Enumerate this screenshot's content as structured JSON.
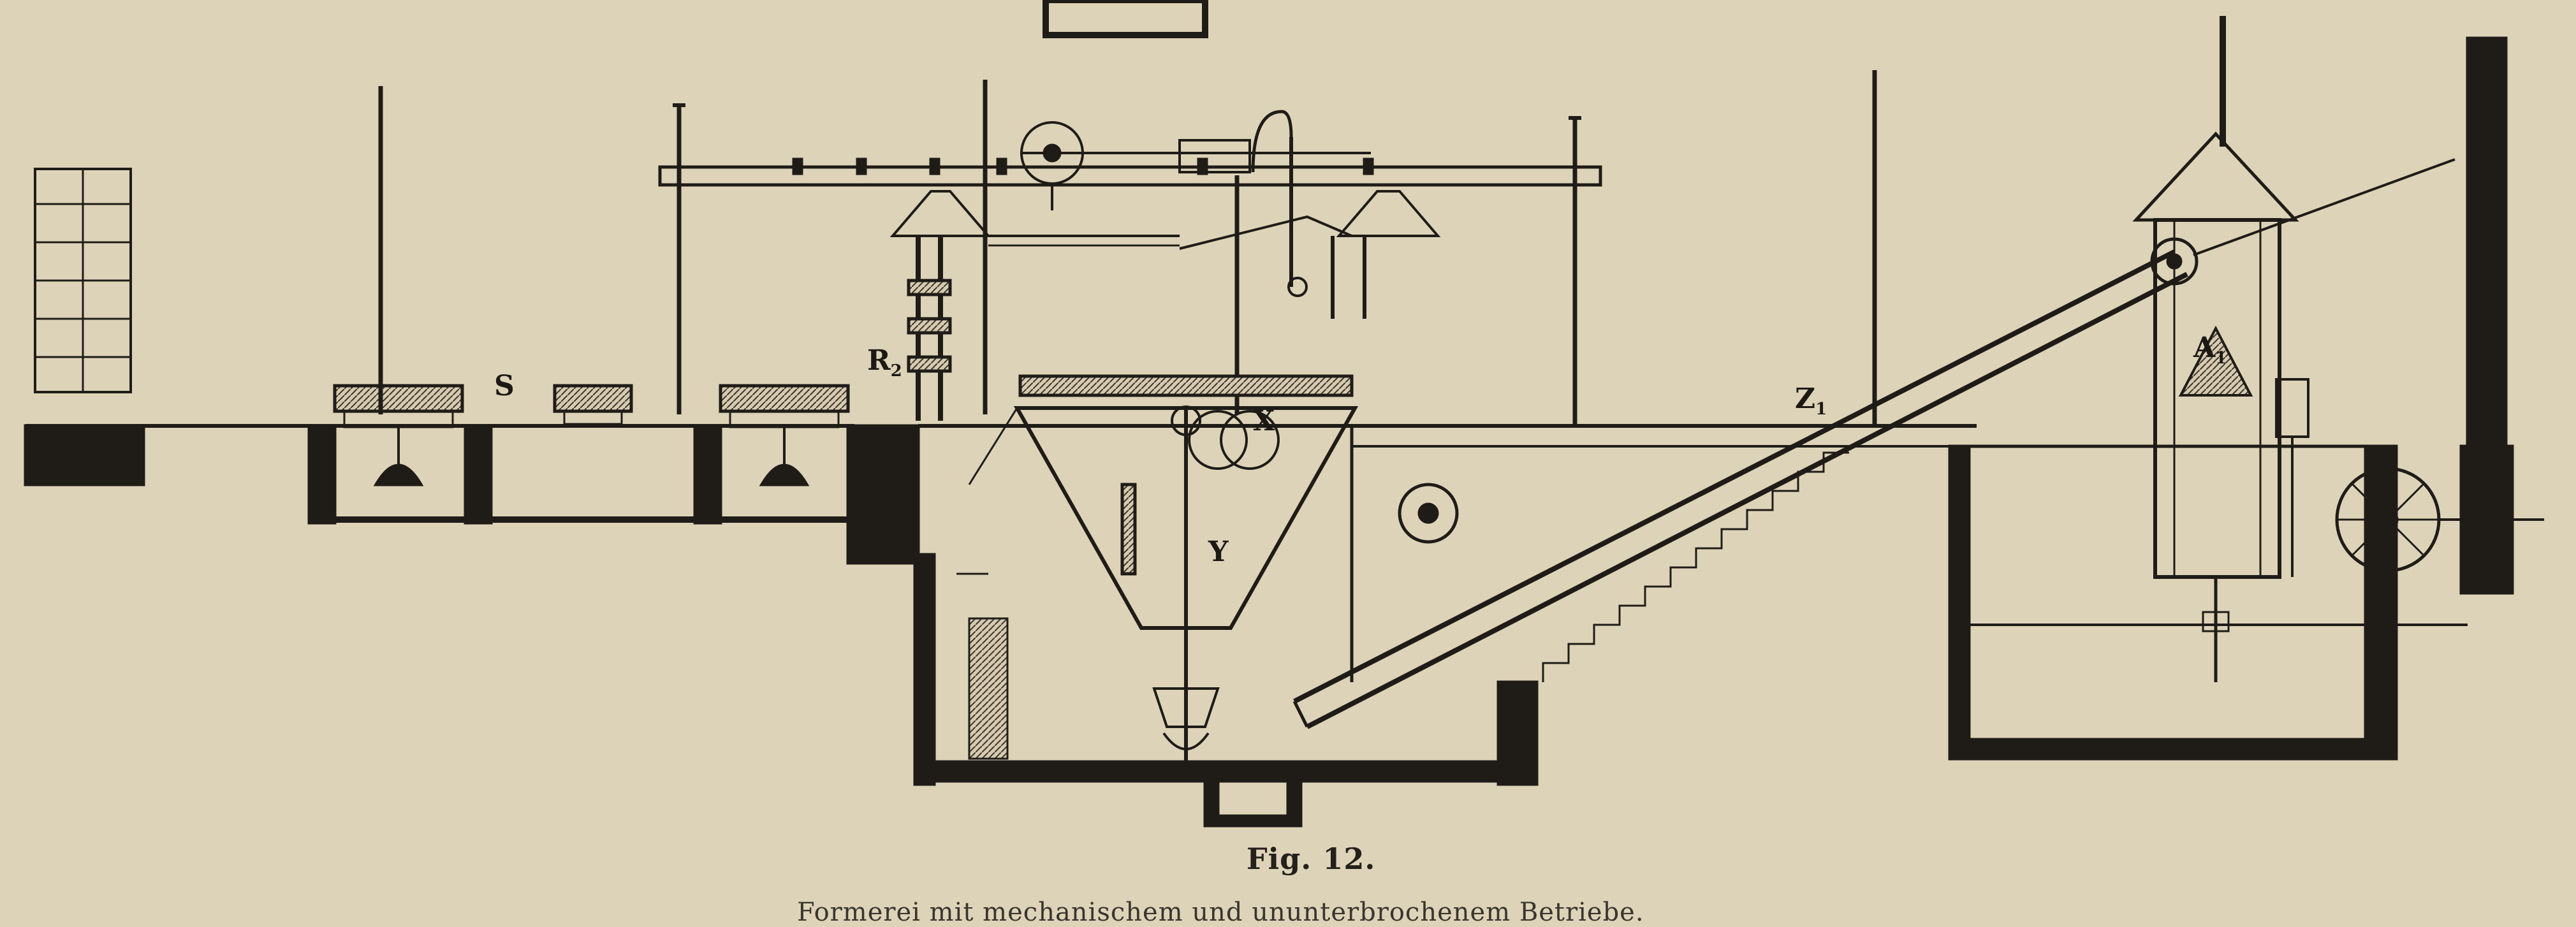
{
  "figure": {
    "caption": "Fig. 12.",
    "subcaption": "Formerei mit mechanischem und ununterbrochenem Betriebe.",
    "labels": {
      "S": "S",
      "R2": "R",
      "R2_sub": "2",
      "X": "X",
      "Y": "Y",
      "Z1": "Z",
      "Z1_sub": "1",
      "A1": "A",
      "A1_sub": "1"
    }
  },
  "colors": {
    "paper": "#ddd3b8",
    "ink": "#1f1c18",
    "hatch": "#2b2722"
  }
}
